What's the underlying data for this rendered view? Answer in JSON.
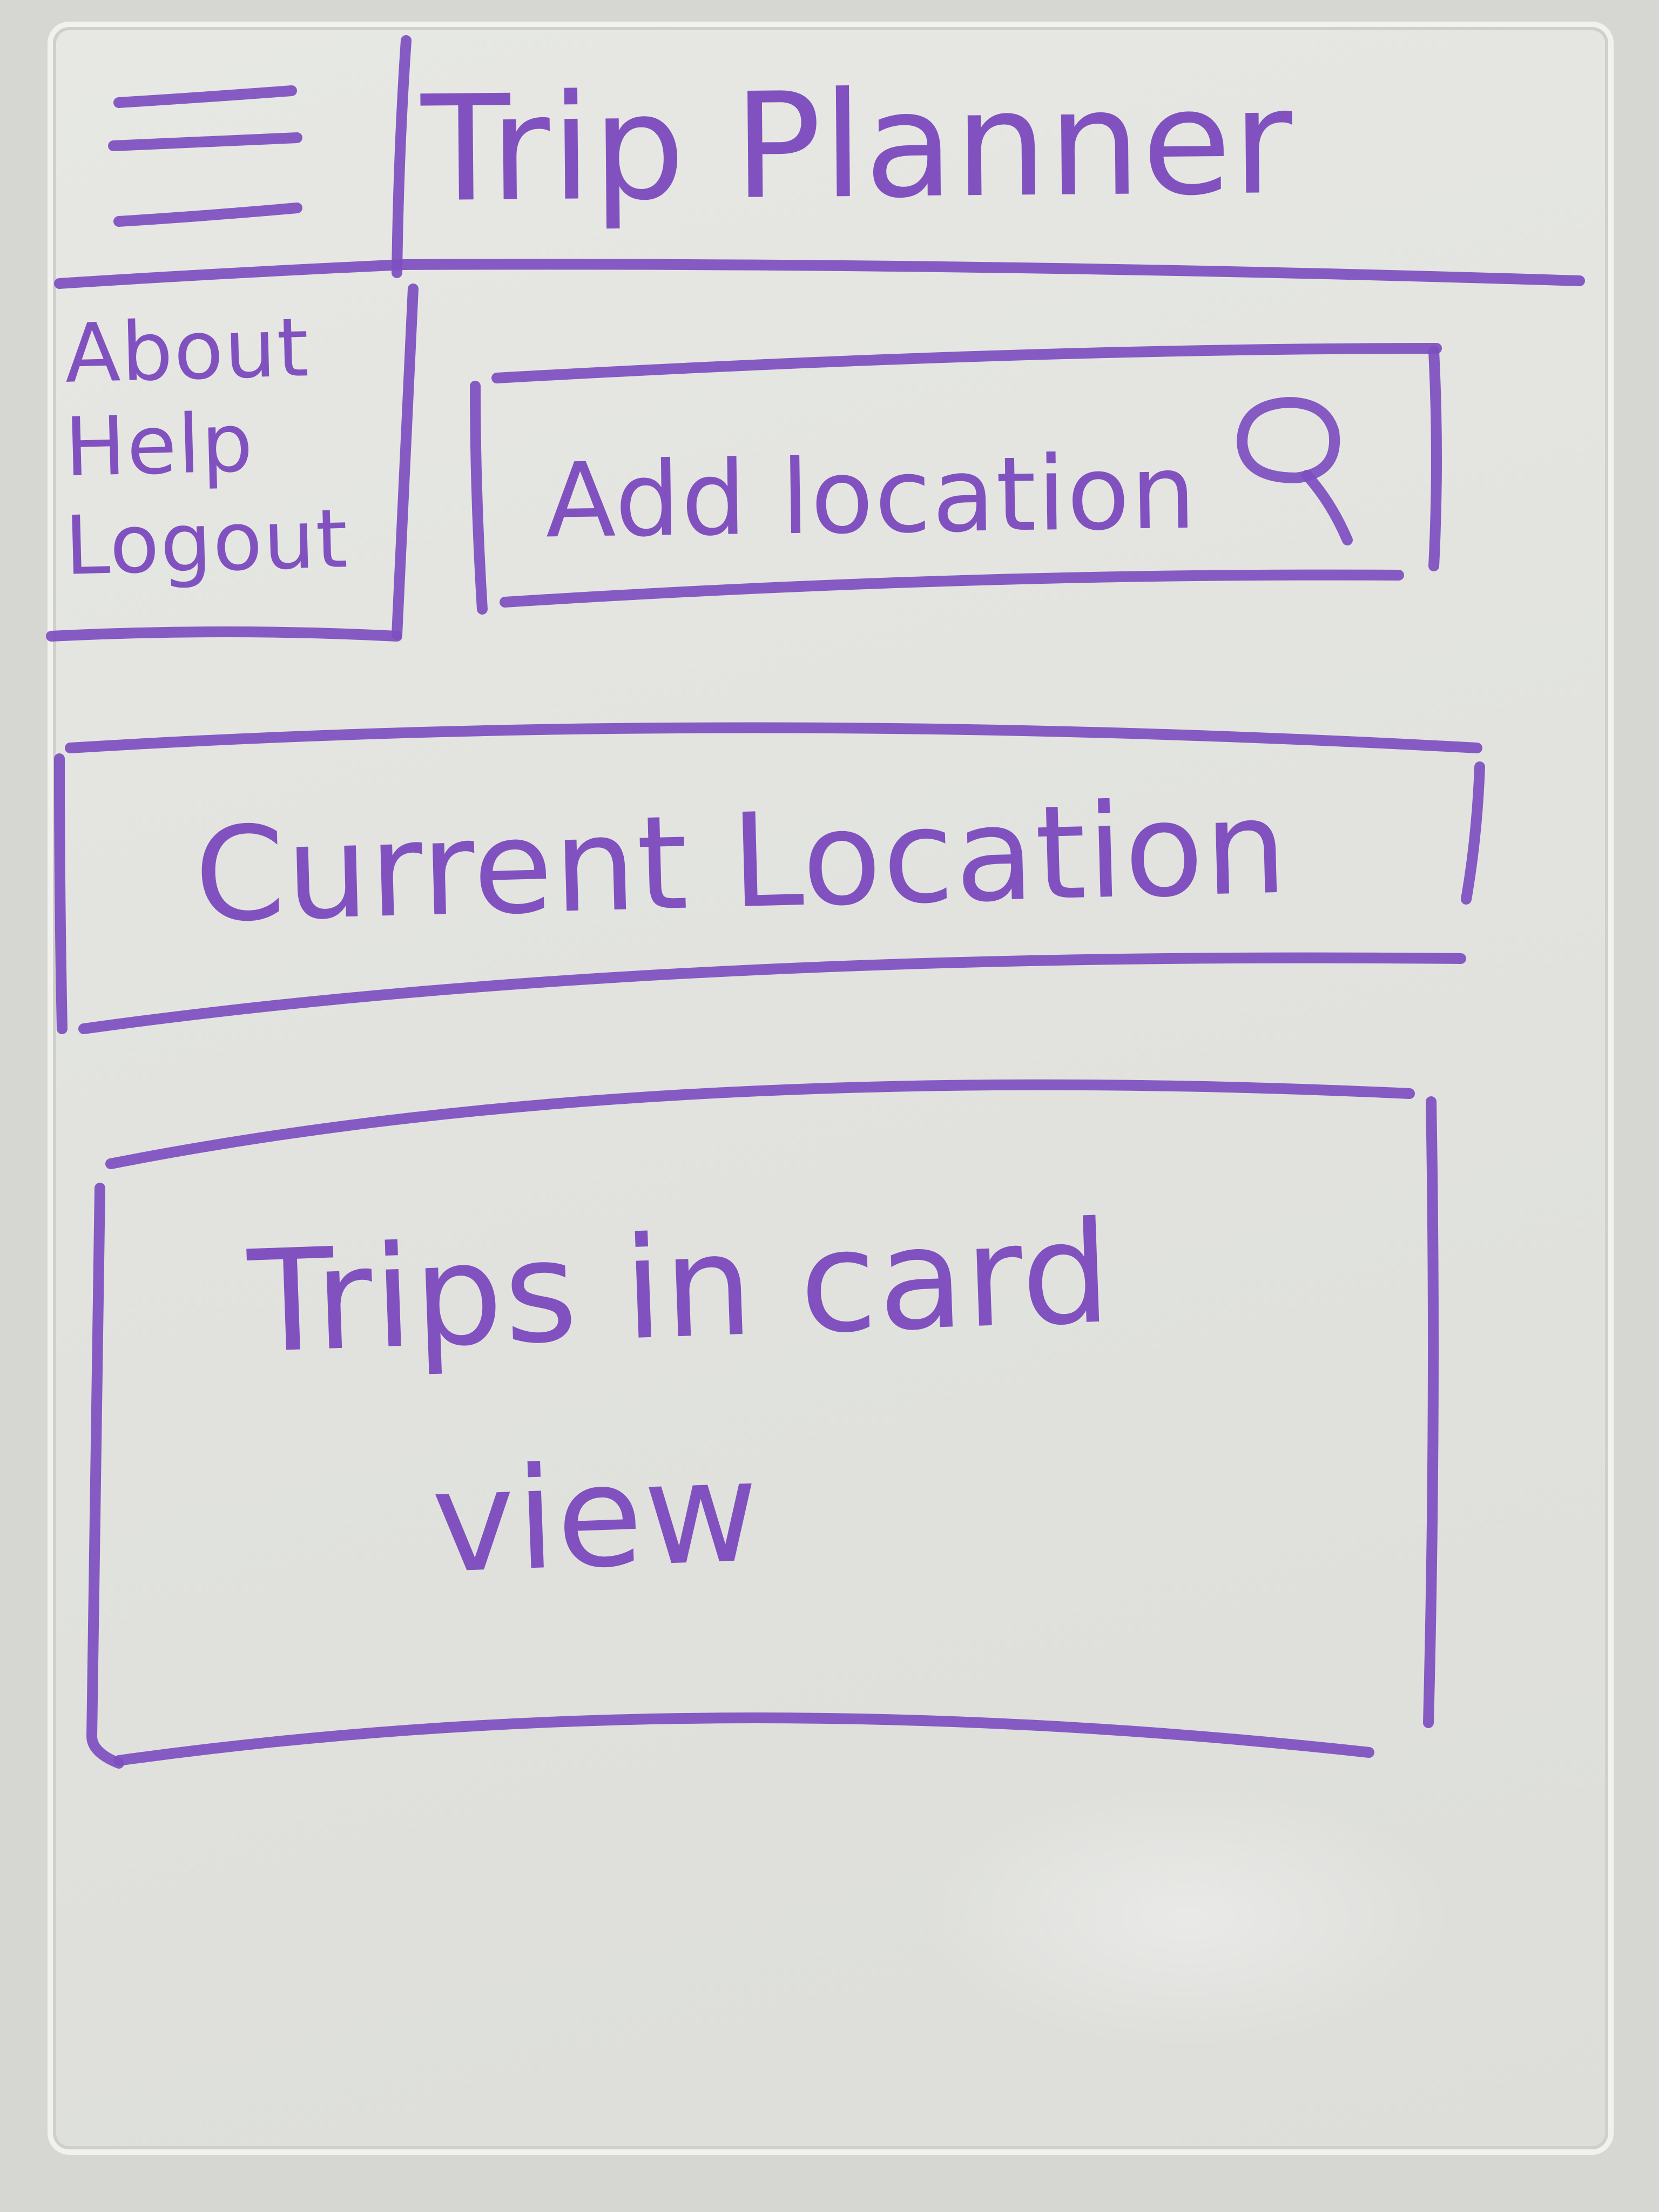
{
  "header": {
    "title": "Trip Planner",
    "menu_icon": "hamburger-menu-icon"
  },
  "sidebar": {
    "items": [
      {
        "label": "About"
      },
      {
        "label": "Help"
      },
      {
        "label": "Logout"
      }
    ]
  },
  "search": {
    "placeholder": "Add location",
    "icon": "search-icon"
  },
  "current_location": {
    "label": "Current Location"
  },
  "trips": {
    "line1": "Trips in card",
    "line2": "view"
  },
  "colors": {
    "ink": "#7e4ec0",
    "board": "#e4e5e1",
    "frame": "#f1f1ee"
  }
}
